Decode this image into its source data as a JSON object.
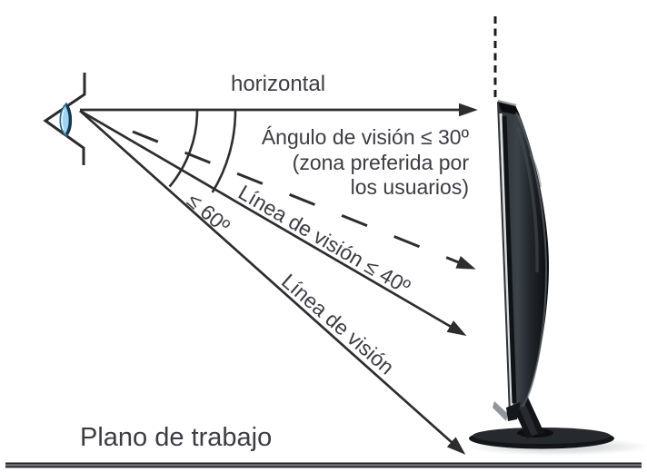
{
  "diagram": {
    "labels": {
      "horizontal": "horizontal",
      "viewing_angle_line1": "Ángulo de visión ≤ 30º",
      "viewing_angle_line2": "(zona preferida por",
      "viewing_angle_line3": "los usuarios)",
      "line_of_sight_40": "Línea de visión ≤ 40º",
      "max_60": "≤ 60º",
      "line_of_sight": "Línea de visión",
      "work_plane": "Plano de trabajo"
    },
    "colors": {
      "line": "#2d2d2d",
      "text": "#3c3c43",
      "iris_blue": "#9fd3ee",
      "monitor_body": "#17191c",
      "work_plane_line": "#2b2d30"
    }
  }
}
